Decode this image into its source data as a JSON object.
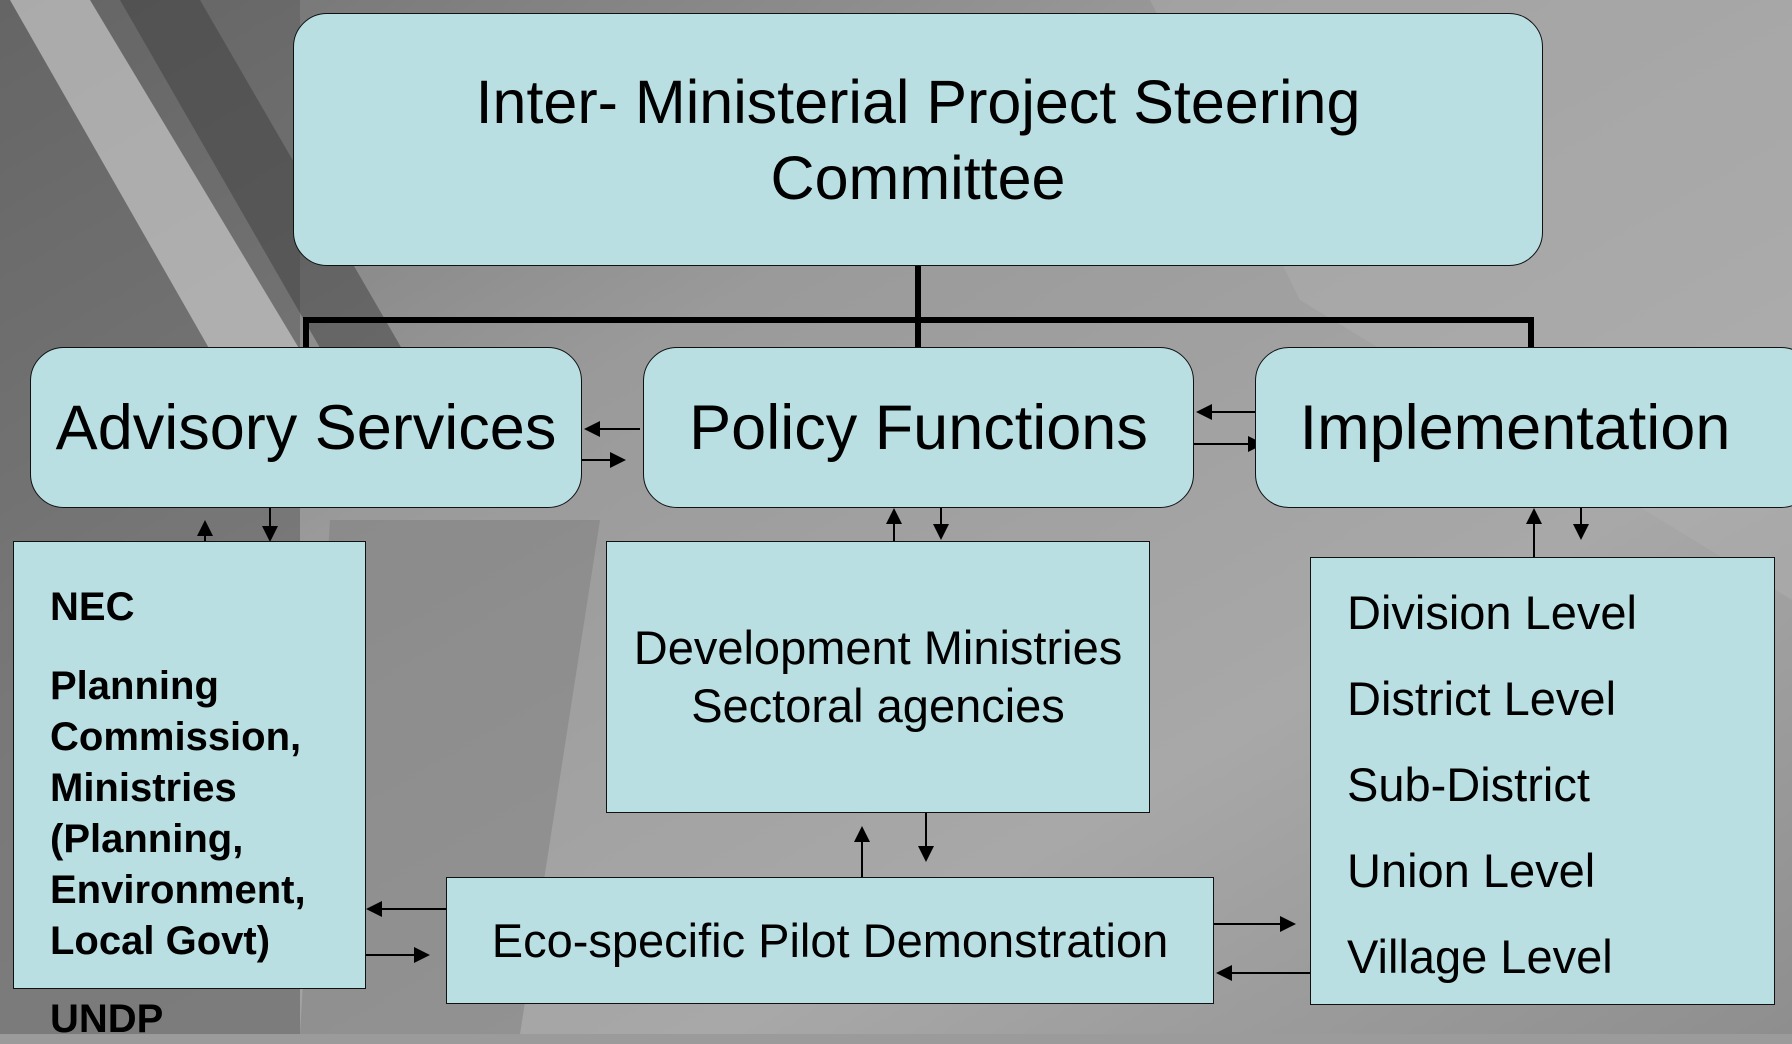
{
  "diagram": {
    "steering_committee": "Inter- Ministerial Project Steering Committee",
    "advisory_services": "Advisory Services",
    "policy_functions": "Policy Functions",
    "implementation": "Implementation",
    "advisory_partners": [
      "NEC",
      "Planning Commission, Ministries (Planning, Environment, Local Govt)",
      "UNDP"
    ],
    "development_ministries": "Development Ministries Sectoral agencies",
    "implementation_levels": [
      "Division Level",
      "District Level",
      "Sub-District",
      "Union Level",
      "Village Level"
    ],
    "pilot_demonstration": "Eco-specific Pilot Demonstration"
  },
  "colors": {
    "box_fill": "#b9dfe3",
    "border": "#111111",
    "background": "#9b9b9b"
  }
}
